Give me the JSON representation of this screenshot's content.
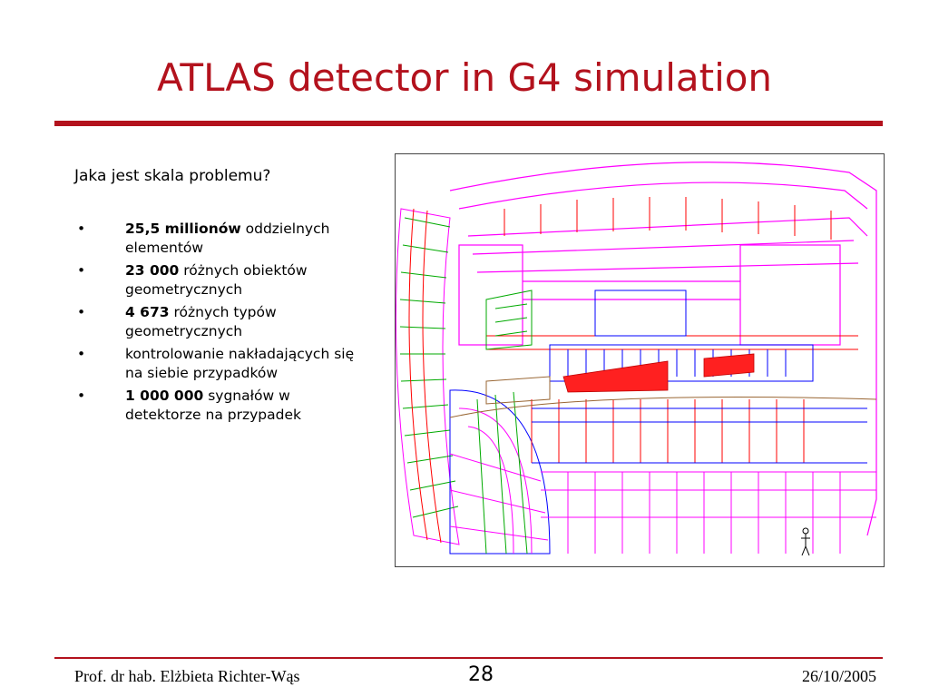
{
  "title": "ATLAS detector in G4 simulation",
  "subtitle": "Jaka jest skala problemu?",
  "bullets": [
    {
      "bold": "25,5 millionów",
      "text": " oddzielnych elementów"
    },
    {
      "bold": "23 000",
      "text": " różnych obiektów geometrycznych"
    },
    {
      "bold": "4 673",
      "text": " różnych typów geometrycznych"
    },
    {
      "bold": "",
      "text": "kontrolowanie nakładających się na siebie przypadków"
    },
    {
      "bold": "1 000 000",
      "text": " sygnałów w detektorze na przypadek"
    }
  ],
  "bullet_glyph": "•",
  "footer": {
    "author": "Prof. dr hab. Elżbieta Richter-Wąs",
    "page": "28",
    "date": "26/10/2005"
  },
  "colors": {
    "accent": "#b3121d"
  }
}
